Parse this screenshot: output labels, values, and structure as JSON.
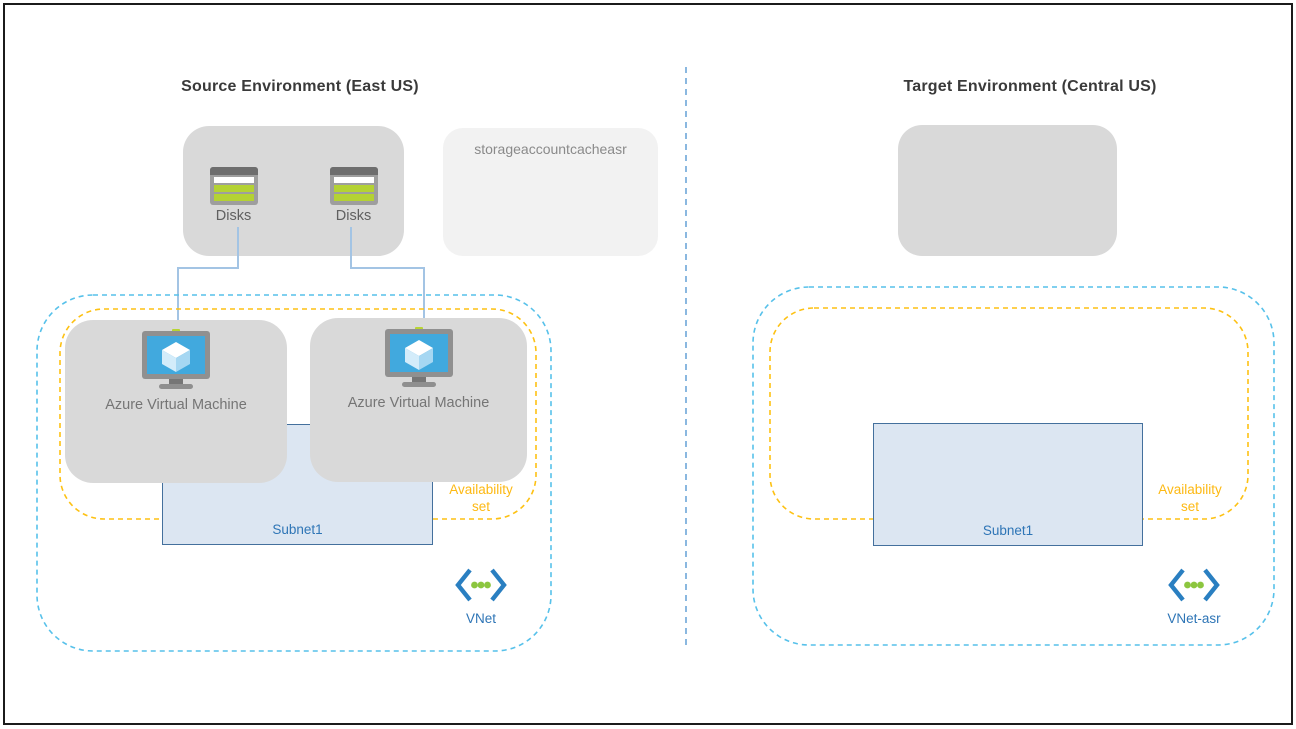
{
  "source": {
    "title": "Source Environment (East US)",
    "storage_account_label": "storageaccountcacheasr",
    "disks": [
      {
        "label": "Disks"
      },
      {
        "label": "Disks"
      }
    ],
    "vms": [
      {
        "label": "Azure Virtual Machine"
      },
      {
        "label": "Azure Virtual Machine"
      }
    ],
    "subnet_label": "Subnet1",
    "availability_set_line1": "Availability",
    "availability_set_line2": "set",
    "vnet_label": "VNet"
  },
  "target": {
    "title": "Target Environment (Central US)",
    "subnet_label": "Subnet1",
    "availability_set_line1": "Availability",
    "availability_set_line2": "set",
    "vnet_label": "VNet-asr"
  },
  "colors": {
    "container_gray": "#d9d9d9",
    "storage_gray": "#f2f2f2",
    "vnet_dash_blue": "#57c1ea",
    "availability_gold": "#fdb913",
    "subnet_fill": "#dce6f2",
    "subnet_border": "#44709d",
    "subnet_text_blue": "#2e75b6",
    "connector_blue": "#a3c4e4",
    "divider_blue": "#6ea6d8",
    "disk_lime": "#b4d233",
    "vm_screen_blue": "#41a9de",
    "vnet_bracket_blue": "#2a7fc1",
    "vnet_dot_green": "#8cc63f"
  }
}
